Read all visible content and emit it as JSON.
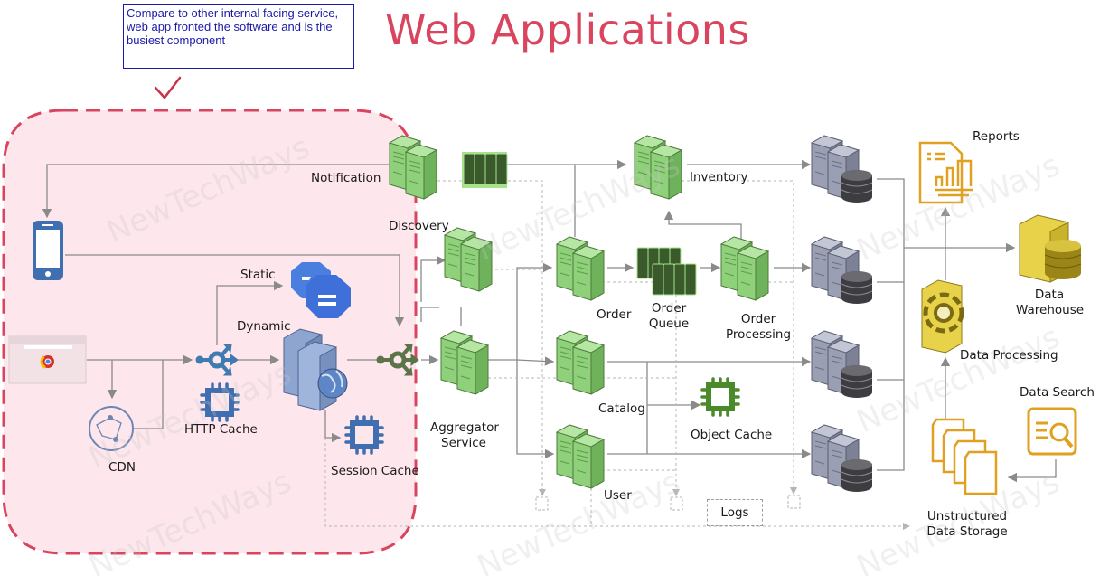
{
  "title": "Web Applications",
  "note": "Compare to other internal facing service, web app fronted the software and is the busiest component",
  "watermark": "NewTechWays",
  "colors": {
    "title": "#d9455f",
    "highlight_border": "#d9455f",
    "highlight_fill": "#fde6ec",
    "note_border": "#1a1aa8",
    "note_text": "#1a1aa8",
    "service_green": "#8fd07a",
    "client_blue": "#3f6fb0",
    "db_gray": "#8f93a6",
    "analytics_gold": "#e0a020",
    "arrow_gray": "#8a8a8a"
  },
  "client_tier": {
    "mobile": {
      "icon": "mobile-phone-icon"
    },
    "browser": {
      "icon": "browser-window-icon"
    },
    "cdn": {
      "label": "CDN",
      "icon": "cdn-network-icon"
    },
    "load_balancer_1": {
      "icon": "load-balancer-icon"
    },
    "http_cache": {
      "label": "HTTP Cache",
      "icon": "chip-icon"
    },
    "static": {
      "label": "Static",
      "icon": "cloud-storage-icon"
    },
    "dynamic": {
      "label": "Dynamic",
      "icon": "web-server-icon"
    },
    "session_cache": {
      "label": "Session Cache",
      "icon": "chip-icon"
    },
    "load_balancer_2": {
      "icon": "load-balancer-icon"
    }
  },
  "services": {
    "notification": {
      "label": "Notification"
    },
    "discovery": {
      "label": "Discovery"
    },
    "aggregator": {
      "label": "Aggregator Service"
    },
    "aggregator_lines": [
      "Aggregator",
      "Service"
    ],
    "inventory": {
      "label": "Inventory"
    },
    "order": {
      "label": "Order"
    },
    "order_queue_lines": [
      "Order",
      "Queue"
    ],
    "order_processing_lines": [
      "Order",
      "Processing"
    ],
    "catalog": {
      "label": "Catalog"
    },
    "object_cache": {
      "label": "Object Cache"
    },
    "user": {
      "label": "User"
    },
    "logs": {
      "label": "Logs"
    }
  },
  "analytics": {
    "reports": {
      "label": "Reports"
    },
    "data_warehouse_lines": [
      "Data",
      "Warehouse"
    ],
    "data_processing": {
      "label": "Data Processing"
    },
    "data_search": {
      "label": "Data Search"
    },
    "unstructured_lines": [
      "Unstructured",
      "Data Storage"
    ]
  }
}
